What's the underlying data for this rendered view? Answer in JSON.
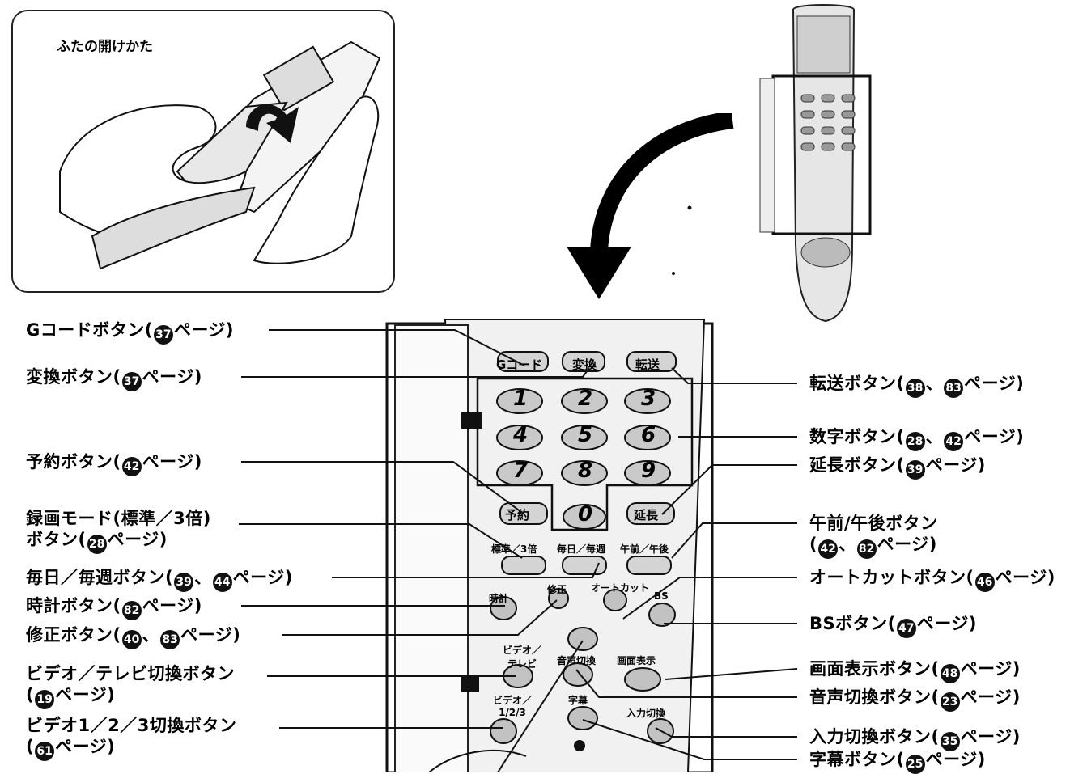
{
  "inset": {
    "title": "ふたの開けかた"
  },
  "remote": {
    "buttons": {
      "gcode": "Gコード",
      "henkan": "変換",
      "tensou": "転送",
      "n1": "1",
      "n2": "2",
      "n3": "3",
      "n4": "4",
      "n5": "5",
      "n6": "6",
      "n7": "7",
      "n8": "8",
      "n9": "9",
      "n0": "0",
      "yoyaku": "予約",
      "enchou": "延長",
      "mode": "標準／3倍",
      "mainichi": "毎日／毎週",
      "gozen": "午前／午後",
      "tokei": "時計",
      "shusei": "修正",
      "autocut": "オートカット",
      "bs": "BS",
      "video_tv": "ビデオ／テレビ",
      "onsei": "音声切換",
      "gamen": "画面表示",
      "video123": "ビデオ／1/2/3",
      "jimaku": "字幕",
      "nyuryoku": "入力切換"
    }
  },
  "callouts": {
    "left": [
      {
        "text": "Gコードボタン(",
        "num": "37",
        "tail": "ページ)"
      },
      {
        "text": "変換ボタン(",
        "num": "37",
        "tail": "ページ)"
      },
      {
        "text": "予約ボタン(",
        "num": "42",
        "tail": "ページ)"
      },
      {
        "line1": "録画モード(標準／3倍)",
        "text": "ボタン(",
        "num": "28",
        "tail": "ページ)"
      },
      {
        "text": "毎日／毎週ボタン(",
        "num": "39",
        "mid": "、",
        "num2": "44",
        "tail": "ページ)"
      },
      {
        "text": "時計ボタン(",
        "num": "82",
        "tail": "ページ)"
      },
      {
        "text": "修正ボタン(",
        "num": "40",
        "mid": "、",
        "num2": "83",
        "tail": "ページ)"
      },
      {
        "line1": "ビデオ／テレビ切換ボタン",
        "text": "(",
        "num": "19",
        "tail": "ページ)"
      },
      {
        "line1": "ビデオ1／2／3切換ボタン",
        "text": "(",
        "num": "61",
        "tail": "ページ)"
      }
    ],
    "right": [
      {
        "text": "転送ボタン(",
        "num": "38",
        "mid": "、",
        "num2": "83",
        "tail": "ページ)"
      },
      {
        "text": "数字ボタン(",
        "num": "28",
        "mid": "、",
        "num2": "42",
        "tail": "ページ)"
      },
      {
        "text": "延長ボタン(",
        "num": "39",
        "tail": "ページ)"
      },
      {
        "line1": "午前/午後ボタン",
        "text": "(",
        "num": "42",
        "mid": "、",
        "num2": "82",
        "tail": "ページ)"
      },
      {
        "text": "オートカットボタン(",
        "num": "46",
        "tail": "ページ)"
      },
      {
        "text": "BSボタン(",
        "num": "47",
        "tail": "ページ)"
      },
      {
        "text": "画面表示ボタン(",
        "num": "48",
        "tail": "ページ)"
      },
      {
        "text": "音声切換ボタン(",
        "num": "23",
        "tail": "ページ)"
      },
      {
        "text": "入力切換ボタン(",
        "num": "35",
        "tail": "ページ)"
      },
      {
        "text": "字幕ボタン(",
        "num": "25",
        "tail": "ページ)"
      }
    ]
  }
}
